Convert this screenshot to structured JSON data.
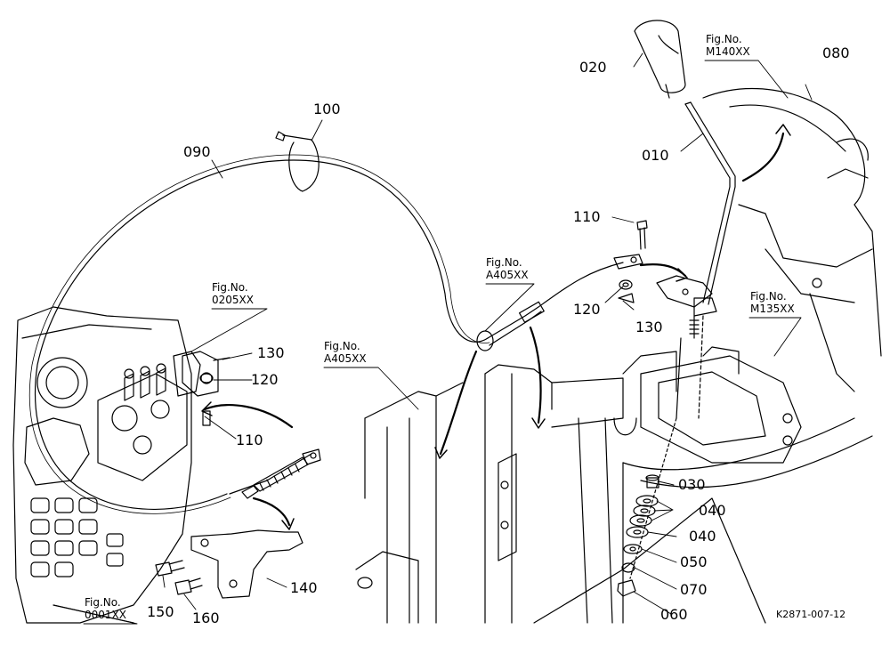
{
  "part_labels": {
    "p020": "020",
    "p010": "010",
    "p080": "080",
    "p100": "100",
    "p090": "090",
    "p110a": "110",
    "p120a": "120",
    "p130a": "130",
    "p130b": "130",
    "p120b": "120",
    "p110b": "110",
    "p030": "030",
    "p040a": "040",
    "p040b": "040",
    "p050": "050",
    "p070": "070",
    "p060": "060",
    "p140": "140",
    "p150": "150",
    "p160": "160"
  },
  "fig_refs": {
    "m140": {
      "line1": "Fig.No.",
      "line2": "M140XX"
    },
    "a405_top": {
      "line1": "Fig.No.",
      "line2": "A405XX"
    },
    "a405_left": {
      "line1": "Fig.No.",
      "line2": "A405XX"
    },
    "m135": {
      "line1": "Fig.No.",
      "line2": "M135XX"
    },
    "f0205": {
      "line1": "Fig.No.",
      "line2": "0205XX"
    },
    "f0001": {
      "line1": "Fig.No.",
      "line2": "0001XX"
    }
  },
  "drawing_code": "K2871-007-12"
}
